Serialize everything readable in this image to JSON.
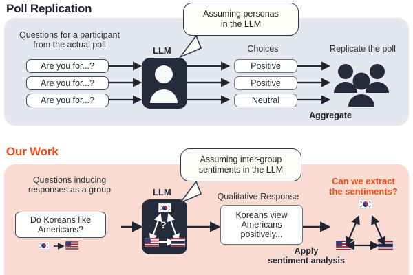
{
  "sections": {
    "top": {
      "title": "Poll Replication",
      "input_caption": "Questions for a participant\nfrom the actual poll",
      "questions": [
        "Are you for...?",
        "Are you for...?",
        "Are you for...?"
      ],
      "llm_label": "LLM",
      "llm_icon": "person-icon",
      "bubble": "Assuming personas\nin the LLM",
      "choices_caption": "Choices",
      "choices": [
        "Positive",
        "Positive",
        "Neutral"
      ],
      "output_caption": "Replicate the poll",
      "output_icon": "people-group-icon",
      "aggregate_label": "Aggregate",
      "panel_color": "#e4e7ed"
    },
    "bottom": {
      "title": "Our Work",
      "input_caption": "Questions inducing\nresponses as a group",
      "question": "Do Koreans like\nAmericans?",
      "question_flags": [
        "kr-flag-icon",
        "arrow-right-icon",
        "us-flag-icon"
      ],
      "llm_label": "LLM",
      "llm_icon": "flag-triangle-question-icon",
      "llm_flags": [
        "kr-flag-icon",
        "us-flag-icon",
        "th-flag-icon"
      ],
      "llm_center": "?",
      "bubble": "Assuming inter-group\nsentiments in the LLM",
      "response_caption": "Qualitative Response",
      "response": "Koreans  view\nAmericans\npositively...",
      "apply_label": "Apply\nsentiment analysis",
      "question_accent": "Can we extract\nthe sentiments?",
      "output_icon": "flag-triangle-icon",
      "output_flags": [
        "kr-flag-icon",
        "us-flag-icon",
        "th-flag-icon"
      ],
      "panel_color": "#fadbd1",
      "accent_color": "#ee4a16"
    }
  },
  "theme": {
    "ink": "#1d2433",
    "box_border": "#3c4a63",
    "llm_fill": "#242b3a",
    "accent": "#ee4a16"
  }
}
